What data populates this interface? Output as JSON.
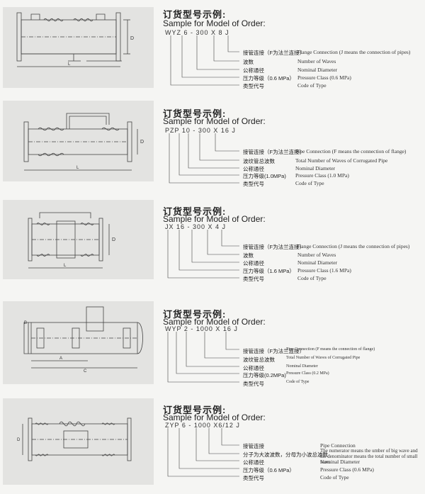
{
  "panels": [
    {
      "title_cn": "订货型号示例:",
      "title_en": "Sample for Model of Order:",
      "code": "WYZ  6 - 300  X  8    J",
      "rows": [
        {
          "cn": "接管连接（F为法兰连接）",
          "en": "Flange Connection (J means the connection of pipes)"
        },
        {
          "cn": "波数",
          "en": "Number of Waves"
        },
        {
          "cn": "公称通径",
          "en": "Nominal Diameter"
        },
        {
          "cn": "压力等级（0.6 MPa）",
          "en": "Pressure Class (0.6 MPa)"
        },
        {
          "cn": "类型代号",
          "en": "Code of Type"
        }
      ]
    },
    {
      "title_cn": "订货型号示例:",
      "title_en": "Sample for Model of Order:",
      "code": "PZP 10 - 300 X 16    J",
      "rows": [
        {
          "cn": "接管连接（F为法兰连接）",
          "en": "Pipe Connection (F means the connection of flange)"
        },
        {
          "cn": "波纹管总波数",
          "en": "Total Number of Waves of Corrugated Pipe"
        },
        {
          "cn": "公称通径",
          "en": "Nominal Diameter"
        },
        {
          "cn": "压力等级(1.0MPa)",
          "en": "Pressure Class (1.0 MPa)"
        },
        {
          "cn": "类型代号",
          "en": "Code of Type"
        }
      ]
    },
    {
      "title_cn": "订货型号示例:",
      "title_en": "Sample for Model of Order:",
      "code": "JX   16 - 300  X  4    J",
      "rows": [
        {
          "cn": "接管连接（F为法兰连接）",
          "en": "Flange Connection (J means the connection of pipes)"
        },
        {
          "cn": "波数",
          "en": "Number of Waves"
        },
        {
          "cn": "公称通径",
          "en": "Nominal Diameter"
        },
        {
          "cn": "压力等级（1.6 MPa）",
          "en": "Pressure Class (1.6 MPa)"
        },
        {
          "cn": "类型代号",
          "en": "Code of Type"
        }
      ]
    },
    {
      "title_cn": "订货型号示例:",
      "title_en": "Sample for Model of Order:",
      "code": "WYP  2 - 1000 X 16    J",
      "rows": [
        {
          "cn": "接管连接（F为法兰连接）",
          "en": "Pipe Connection (F means the connection of flange)"
        },
        {
          "cn": "波纹管总波数",
          "en": "Total Number of Waves of Corrugated Pipe"
        },
        {
          "cn": "公称通径",
          "en": "Nominal Diameter"
        },
        {
          "cn": "压力等级(0.2MPa)",
          "en": "Pressure Class (0.2 MPa)"
        },
        {
          "cn": "类型代号",
          "en": "Code of Type"
        }
      ]
    },
    {
      "title_cn": "订货型号示例:",
      "title_en": "Sample for Model of Order:",
      "code": "ZYP  6 - 1000 X6/12  J",
      "rows": [
        {
          "cn": "接管连接",
          "en": "Pipe Connection"
        },
        {
          "cn": "分子为大波波数，分母为小波总波数",
          "en": "The numerator means the umber of big wave and the denominator means the total number of small wave"
        },
        {
          "cn": "公称通径",
          "en": "Nominal Diameter"
        },
        {
          "cn": "压力等级（0.6 MPa）",
          "en": "Pressure Class (0.6 MPa)"
        },
        {
          "cn": "类型代号",
          "en": "Code of Type"
        }
      ]
    }
  ],
  "drawing_labels": {
    "p1": {
      "d": "D",
      "l": "L"
    },
    "p2": {
      "d": "D",
      "l": "L"
    },
    "p3": {
      "d": "D",
      "l": "L"
    },
    "p4": {
      "a": "A",
      "b": "B",
      "c": "C"
    },
    "p5": {
      "d": "D"
    }
  }
}
